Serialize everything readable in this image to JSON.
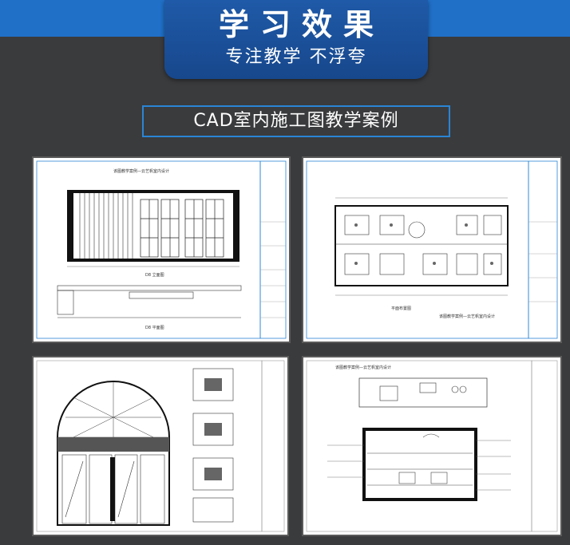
{
  "banner": {
    "title": "学习效果",
    "subtitle": "专注教学 不浮夸"
  },
  "section_title": "CAD室内施工图教学案例",
  "drawings": [
    {
      "id": "p1",
      "caption_top": "该图教学案例—云艺帆室内设计",
      "caption_mid": "D8 立面图",
      "caption_bottom": "D8 平面图"
    },
    {
      "id": "p2",
      "caption_plan": "平面布置图",
      "caption_project": "该图教学案例—云艺帆室内设计"
    },
    {
      "id": "p3"
    },
    {
      "id": "p4",
      "caption_top": "该图教学案例—云艺帆室内设计"
    }
  ],
  "colors": {
    "background": "#3a3b3d",
    "banner": "#1f5aa8",
    "accent": "#2a85d6"
  }
}
